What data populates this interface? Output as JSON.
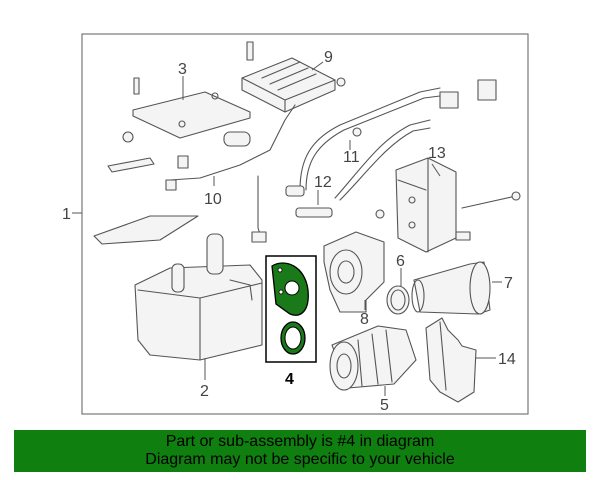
{
  "diagram": {
    "callouts": {
      "c1": "1",
      "c2": "2",
      "c3": "3",
      "c4": "4",
      "c5": "5",
      "c6": "6",
      "c7": "7",
      "c8": "8",
      "c9": "9",
      "c10": "10",
      "c11": "11",
      "c12": "12",
      "c13": "13",
      "c14": "14"
    },
    "highlighted_part": "4",
    "colors": {
      "highlight": "#1a7a1a",
      "banner": "#0f7f0f",
      "line": "#555555"
    }
  },
  "banner": {
    "line1": "Part or sub-assembly is #4 in diagram",
    "line2": "Diagram may not be specific to your vehicle"
  }
}
